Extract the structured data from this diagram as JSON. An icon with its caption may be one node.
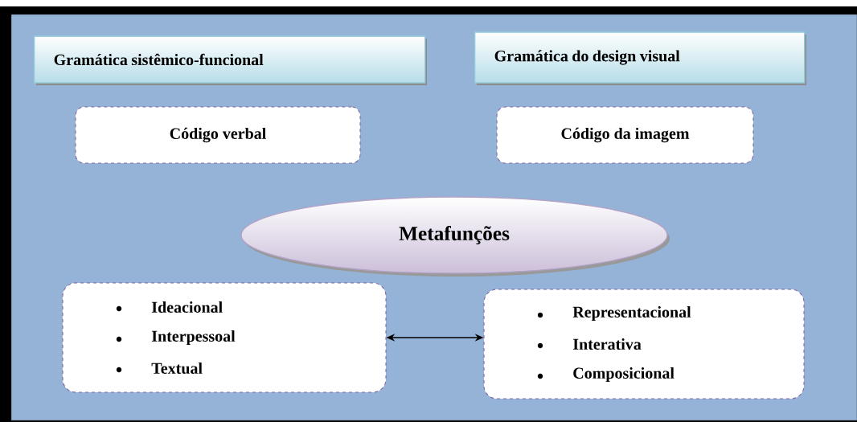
{
  "diagram": {
    "nodes": [
      {
        "text": [],
        "shape": "box"
      },
      {
        "text": [
          "Gramática sistêmico-funcional"
        ],
        "in": 0
      },
      {
        "text": [
          "Gramática do design visual"
        ],
        "in": 0
      },
      {
        "text": [
          "Código verbal"
        ],
        "in": 0
      },
      {
        "text": [
          "Código da imagem"
        ],
        "in": 0
      },
      {
        "text": [
          "Metafunções"
        ],
        "in": 0
      },
      {
        "text": [
          "Ideacional",
          "Interpessoal",
          "Textual"
        ],
        "in": 0
      },
      {
        "text": [
          "Representacional",
          "Interativa",
          "Composicional"
        ],
        "in": 0
      }
    ],
    "edges": [
      {
        "from": 6,
        "to": 7,
        "arrow": "both"
      }
    ]
  }
}
